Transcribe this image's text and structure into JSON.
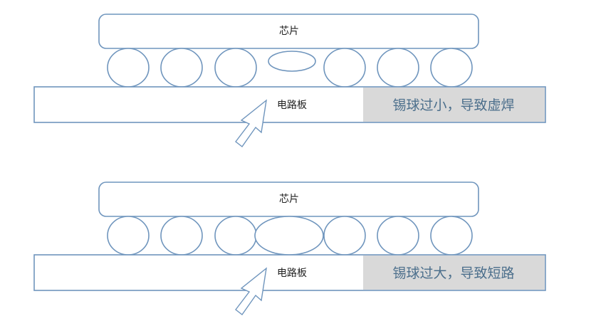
{
  "panels": [
    {
      "chip_label": "芯片",
      "board_label": "电路板",
      "defect_note": "锡球过小，导致虚焊",
      "defect_type": "undersized-solder-ball"
    },
    {
      "chip_label": "芯片",
      "board_label": "电路板",
      "defect_note": "锡球过大，导致短路",
      "defect_type": "oversized-solder-ball"
    }
  ],
  "colors": {
    "outline": "#6f95bd",
    "note_background": "#d9d9d9",
    "note_text": "#4c6f8c"
  }
}
